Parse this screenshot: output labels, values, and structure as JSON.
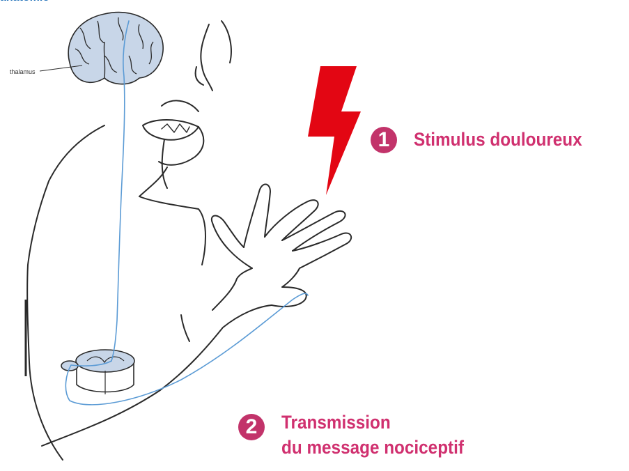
{
  "header_fragment": "anatomie",
  "diagram": {
    "thalamus_label": "thalamus",
    "colors": {
      "outline": "#2a2a2a",
      "nerve": "#5b9bd5",
      "brain_fill": "#c8d6e8",
      "lightning": "#e30613",
      "badge": "#c2336a",
      "label": "#d0306f"
    }
  },
  "steps": [
    {
      "number": "1",
      "label_lines": [
        "Stimulus douloureux"
      ]
    },
    {
      "number": "2",
      "label_lines": [
        "Transmission",
        "du message nociceptif"
      ]
    }
  ]
}
